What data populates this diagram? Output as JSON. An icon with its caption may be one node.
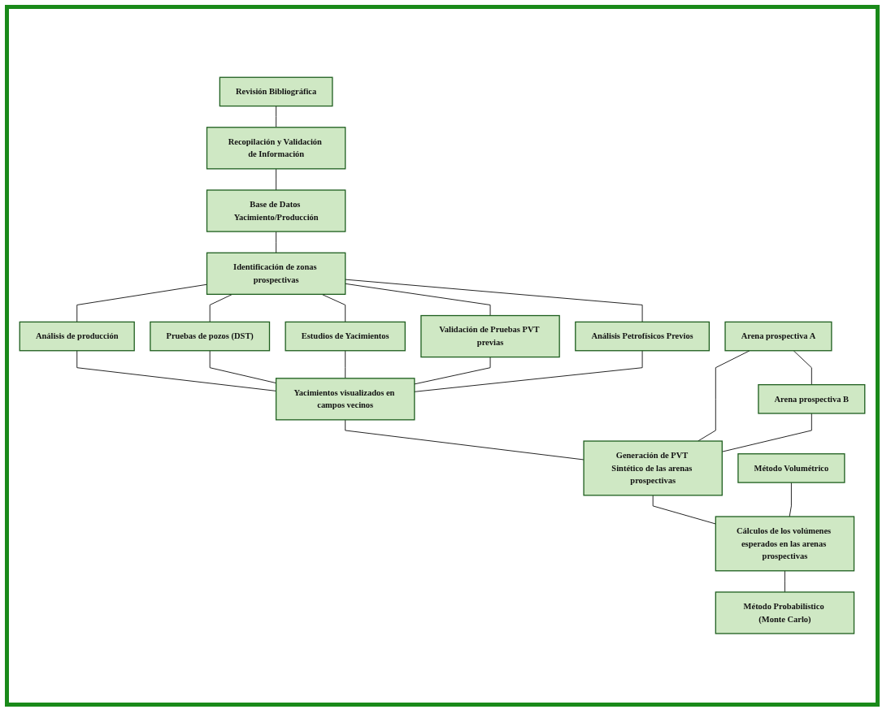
{
  "diagram": {
    "nodes": [
      {
        "text": [
          "Revisión Bibliográfica"
        ]
      },
      {
        "text": [
          "Recopilación y Validación de Información"
        ]
      },
      {
        "text": [
          "Base de Datos Yacimiento/Producción"
        ]
      },
      {
        "text": [
          "Identificación de zonas prospectivas"
        ]
      },
      {
        "text": [
          "Análisis de producción"
        ]
      },
      {
        "text": [
          "Pruebas de pozos (DST)"
        ]
      },
      {
        "text": [
          "Estudios de Yacimientos"
        ]
      },
      {
        "text": [
          "Validación de Pruebas PVT previas"
        ]
      },
      {
        "text": [
          "Análisis Petrofísicos Previos"
        ]
      },
      {
        "text": [
          "Yacimientos visualizados en campos vecinos"
        ]
      },
      {
        "text": [
          "Arena prospectiva A"
        ]
      },
      {
        "text": [
          "Arena prospectiva B"
        ]
      },
      {
        "text": [
          "Generación de PVT Sintético de las arenas prospectivas"
        ]
      },
      {
        "text": [
          "Método Volumétrico"
        ]
      },
      {
        "text": [
          "Cálculos de los volúmenes esperados en las arenas prospectivas"
        ]
      },
      {
        "text": [
          "Método Probabilístico (Monte Carlo)"
        ]
      }
    ],
    "edges": [
      {
        "from": 0,
        "to": 1,
        "arrow": "none"
      },
      {
        "from": 1,
        "to": 2,
        "arrow": "none"
      },
      {
        "from": 2,
        "to": 3,
        "arrow": "none"
      },
      {
        "from": 3,
        "to": 4,
        "arrow": "none"
      },
      {
        "from": 3,
        "to": 5,
        "arrow": "none"
      },
      {
        "from": 3,
        "to": 6,
        "arrow": "none"
      },
      {
        "from": 3,
        "to": 7,
        "arrow": "none"
      },
      {
        "from": 3,
        "to": 8,
        "arrow": "none"
      },
      {
        "from": 4,
        "to": 9,
        "arrow": "none"
      },
      {
        "from": 5,
        "to": 9,
        "arrow": "none"
      },
      {
        "from": 6,
        "to": 9,
        "arrow": "none"
      },
      {
        "from": 7,
        "to": 9,
        "arrow": "none"
      },
      {
        "from": 8,
        "to": 9,
        "arrow": "none"
      },
      {
        "from": 9,
        "to": 12,
        "arrow": "none"
      },
      {
        "from": 10,
        "to": 11,
        "arrow": "none"
      },
      {
        "from": 10,
        "to": 12,
        "arrow": "none"
      },
      {
        "from": 11,
        "to": 12,
        "arrow": "none"
      },
      {
        "from": 12,
        "to": 14,
        "arrow": "none"
      },
      {
        "from": 13,
        "to": 14,
        "arrow": "none"
      },
      {
        "from": 14,
        "to": 15,
        "arrow": "none"
      }
    ]
  }
}
